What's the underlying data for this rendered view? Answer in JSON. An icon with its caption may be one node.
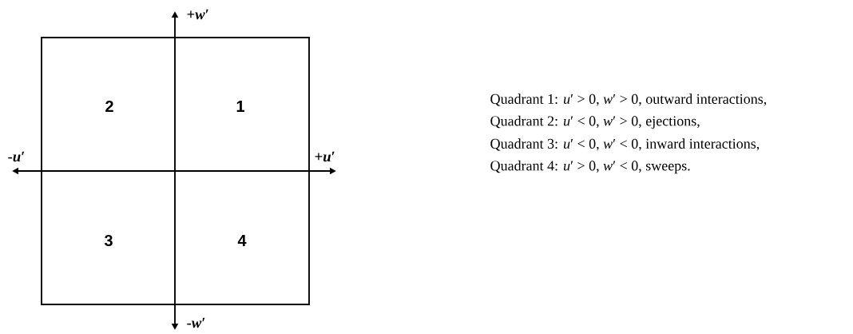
{
  "diagram": {
    "labels": [
      "+*w*′",
      "2",
      "1",
      "-*u*′",
      "+*u*′",
      "3",
      "4",
      "-*w*′",
      "Quadrant 1: *u*′ > 0, *w*′ > 0, outward interactions,",
      "Quadrant 2: *u*′ < 0, *w*′ > 0, ejections,",
      "Quadrant 3: *u*′ < 0, *w*′ < 0, inward interactions,",
      "Quadrant 4: *u*′ > 0, *w*′ < 0, sweeps."
    ]
  }
}
